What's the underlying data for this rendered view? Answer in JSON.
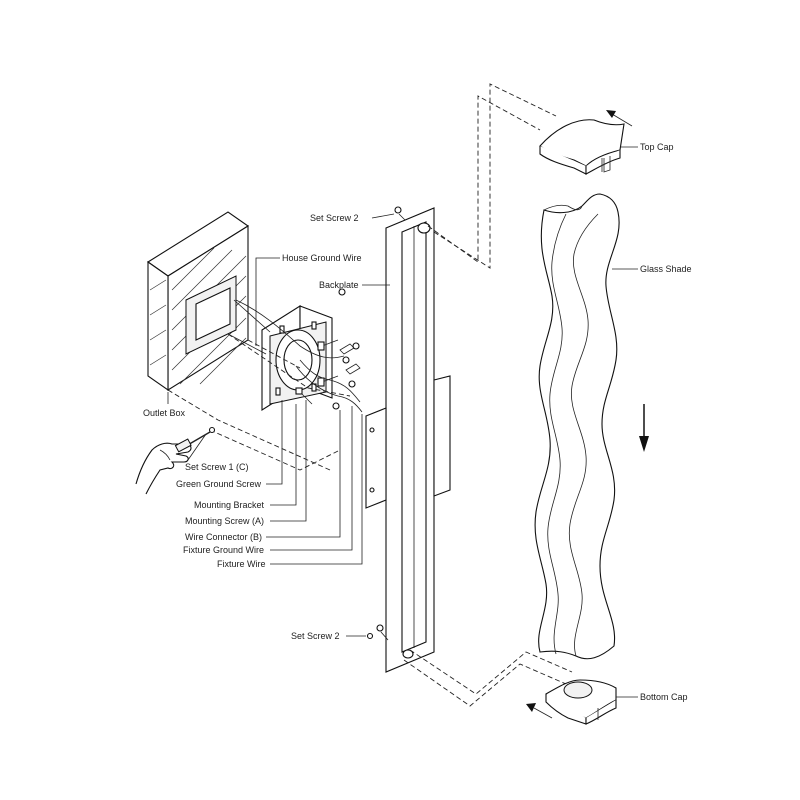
{
  "labels": {
    "top_cap": "Top Cap",
    "glass_shade": "Glass Shade",
    "bottom_cap": "Bottom Cap",
    "set_screw_top": "Set Screw 2",
    "set_screw_bottom": "Set Screw 2",
    "house_ground_wire": "House Ground Wire",
    "backplate": "Backplate",
    "outlet_box": "Outlet Box",
    "set_screw_1": "Set Screw 1 (C)",
    "green_ground_screw": "Green Ground Screw",
    "mounting_bracket": "Mounting Bracket",
    "mounting_screw": "Mounting Screw (A)",
    "wire_connector": "Wire Connector (B)",
    "fixture_ground_wire": "Fixture Ground Wire",
    "fixture_wire": "Fixture Wire"
  },
  "colors": {
    "line": "#222222",
    "background": "#ffffff"
  }
}
